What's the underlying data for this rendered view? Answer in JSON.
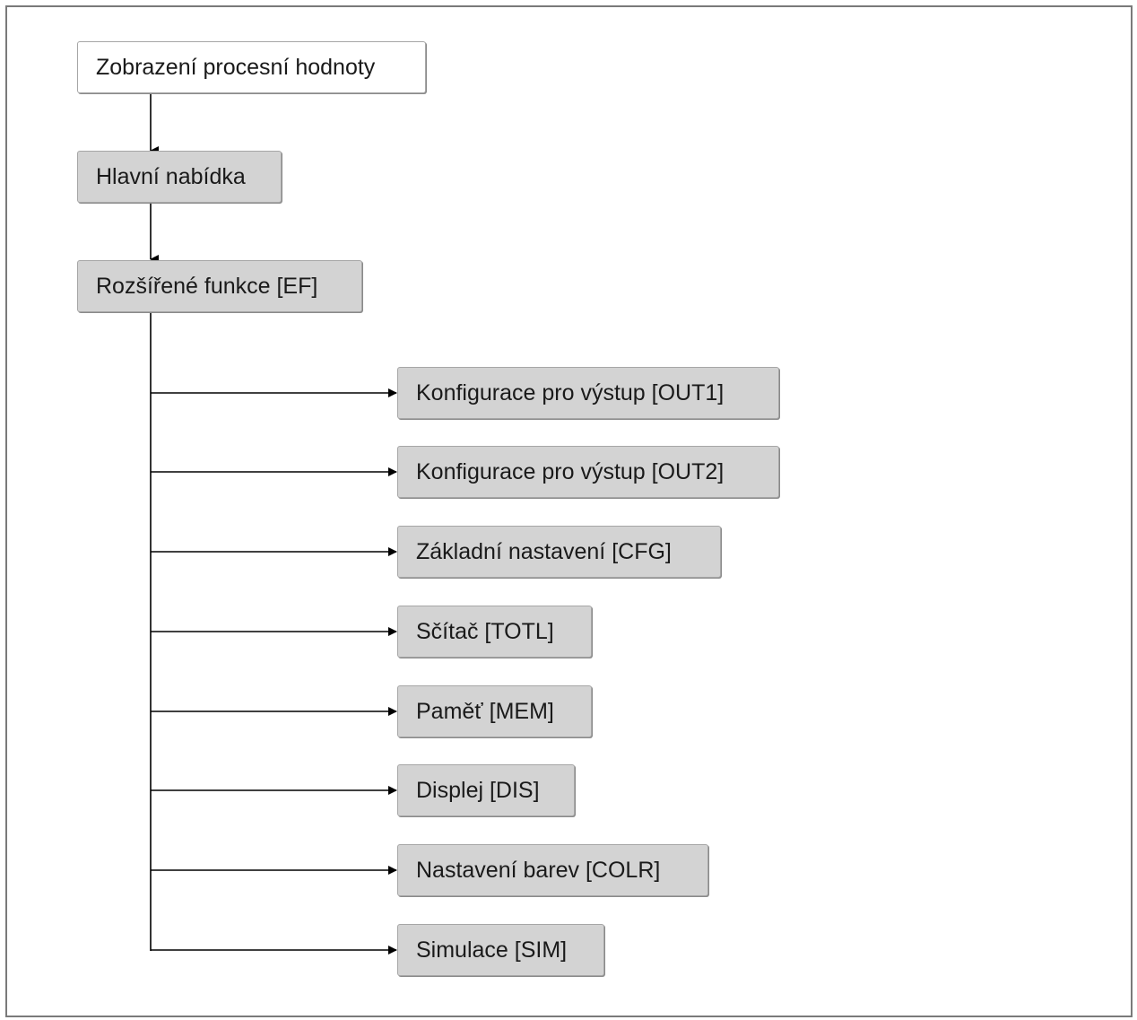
{
  "nodes": {
    "process_value": "Zobrazení procesní hodnoty",
    "main_menu": "Hlavní nabídka",
    "extended_functions": "Rozšířené funkce [EF]"
  },
  "submenu": [
    "Konfigurace pro výstup [OUT1]",
    "Konfigurace pro výstup [OUT2]",
    "Základní nastavení [CFG]",
    "Sčítač [TOTL]",
    "Paměť [MEM]",
    "Displej [DIS]",
    "Nastavení barev [COLR]",
    "Simulace [SIM]"
  ],
  "colors": {
    "box_fill": "#d3d3d3",
    "box_border": "#a6a6a6",
    "line": "#000000",
    "frame": "#7a7a7a"
  }
}
